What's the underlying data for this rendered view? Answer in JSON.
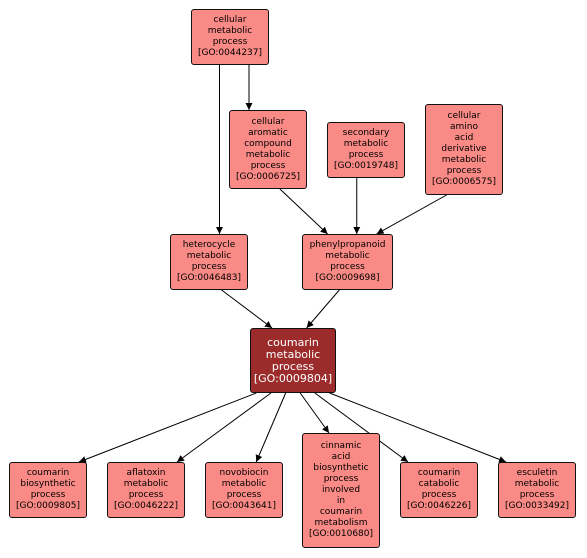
{
  "diagram": {
    "colors": {
      "node_fill": "#fa8a85",
      "focus_fill": "#9c2c2c",
      "border": "#111111",
      "edge": "#000000"
    },
    "nodes": [
      {
        "id": "go0044237",
        "lines": [
          "cellular",
          "metabolic",
          "process",
          "[GO:0044237]"
        ]
      },
      {
        "id": "go0006725",
        "lines": [
          "cellular",
          "aromatic",
          "compound",
          "metabolic",
          "process",
          "[GO:0006725]"
        ]
      },
      {
        "id": "go0019748",
        "lines": [
          "secondary",
          "metabolic",
          "process",
          "[GO:0019748]"
        ]
      },
      {
        "id": "go0006575",
        "lines": [
          "cellular",
          "amino",
          "acid",
          "derivative",
          "metabolic",
          "process",
          "[GO:0006575]"
        ]
      },
      {
        "id": "go0046483",
        "lines": [
          "heterocycle",
          "metabolic",
          "process",
          "[GO:0046483]"
        ]
      },
      {
        "id": "go0009698",
        "lines": [
          "phenylpropanoid",
          "metabolic",
          "process",
          "[GO:0009698]"
        ]
      },
      {
        "id": "go0009804",
        "lines": [
          "coumarin",
          "metabolic",
          "process",
          "[GO:0009804]"
        ],
        "focus": true
      },
      {
        "id": "go0009805",
        "lines": [
          "coumarin",
          "biosynthetic",
          "process",
          "[GO:0009805]"
        ]
      },
      {
        "id": "go0046222",
        "lines": [
          "aflatoxin",
          "metabolic",
          "process",
          "[GO:0046222]"
        ]
      },
      {
        "id": "go0043641",
        "lines": [
          "novobiocin",
          "metabolic",
          "process",
          "[GO:0043641]"
        ]
      },
      {
        "id": "go0010680",
        "lines": [
          "cinnamic",
          "acid",
          "biosynthetic",
          "process",
          "involved",
          "in",
          "coumarin",
          "metabolism",
          "[GO:0010680]"
        ]
      },
      {
        "id": "go0046226",
        "lines": [
          "coumarin",
          "catabolic",
          "process",
          "[GO:0046226]"
        ]
      },
      {
        "id": "go0033492",
        "lines": [
          "esculetin",
          "metabolic",
          "process",
          "[GO:0033492]"
        ]
      }
    ],
    "edges": [
      {
        "from": "go0044237",
        "to": "go0046483"
      },
      {
        "from": "go0044237",
        "to": "go0006725"
      },
      {
        "from": "go0006725",
        "to": "go0009698"
      },
      {
        "from": "go0019748",
        "to": "go0009698"
      },
      {
        "from": "go0006575",
        "to": "go0009698"
      },
      {
        "from": "go0046483",
        "to": "go0009804"
      },
      {
        "from": "go0009698",
        "to": "go0009804"
      },
      {
        "from": "go0009804",
        "to": "go0009805"
      },
      {
        "from": "go0009804",
        "to": "go0046222"
      },
      {
        "from": "go0009804",
        "to": "go0043641"
      },
      {
        "from": "go0009804",
        "to": "go0010680"
      },
      {
        "from": "go0009804",
        "to": "go0046226"
      },
      {
        "from": "go0009804",
        "to": "go0033492"
      }
    ]
  }
}
